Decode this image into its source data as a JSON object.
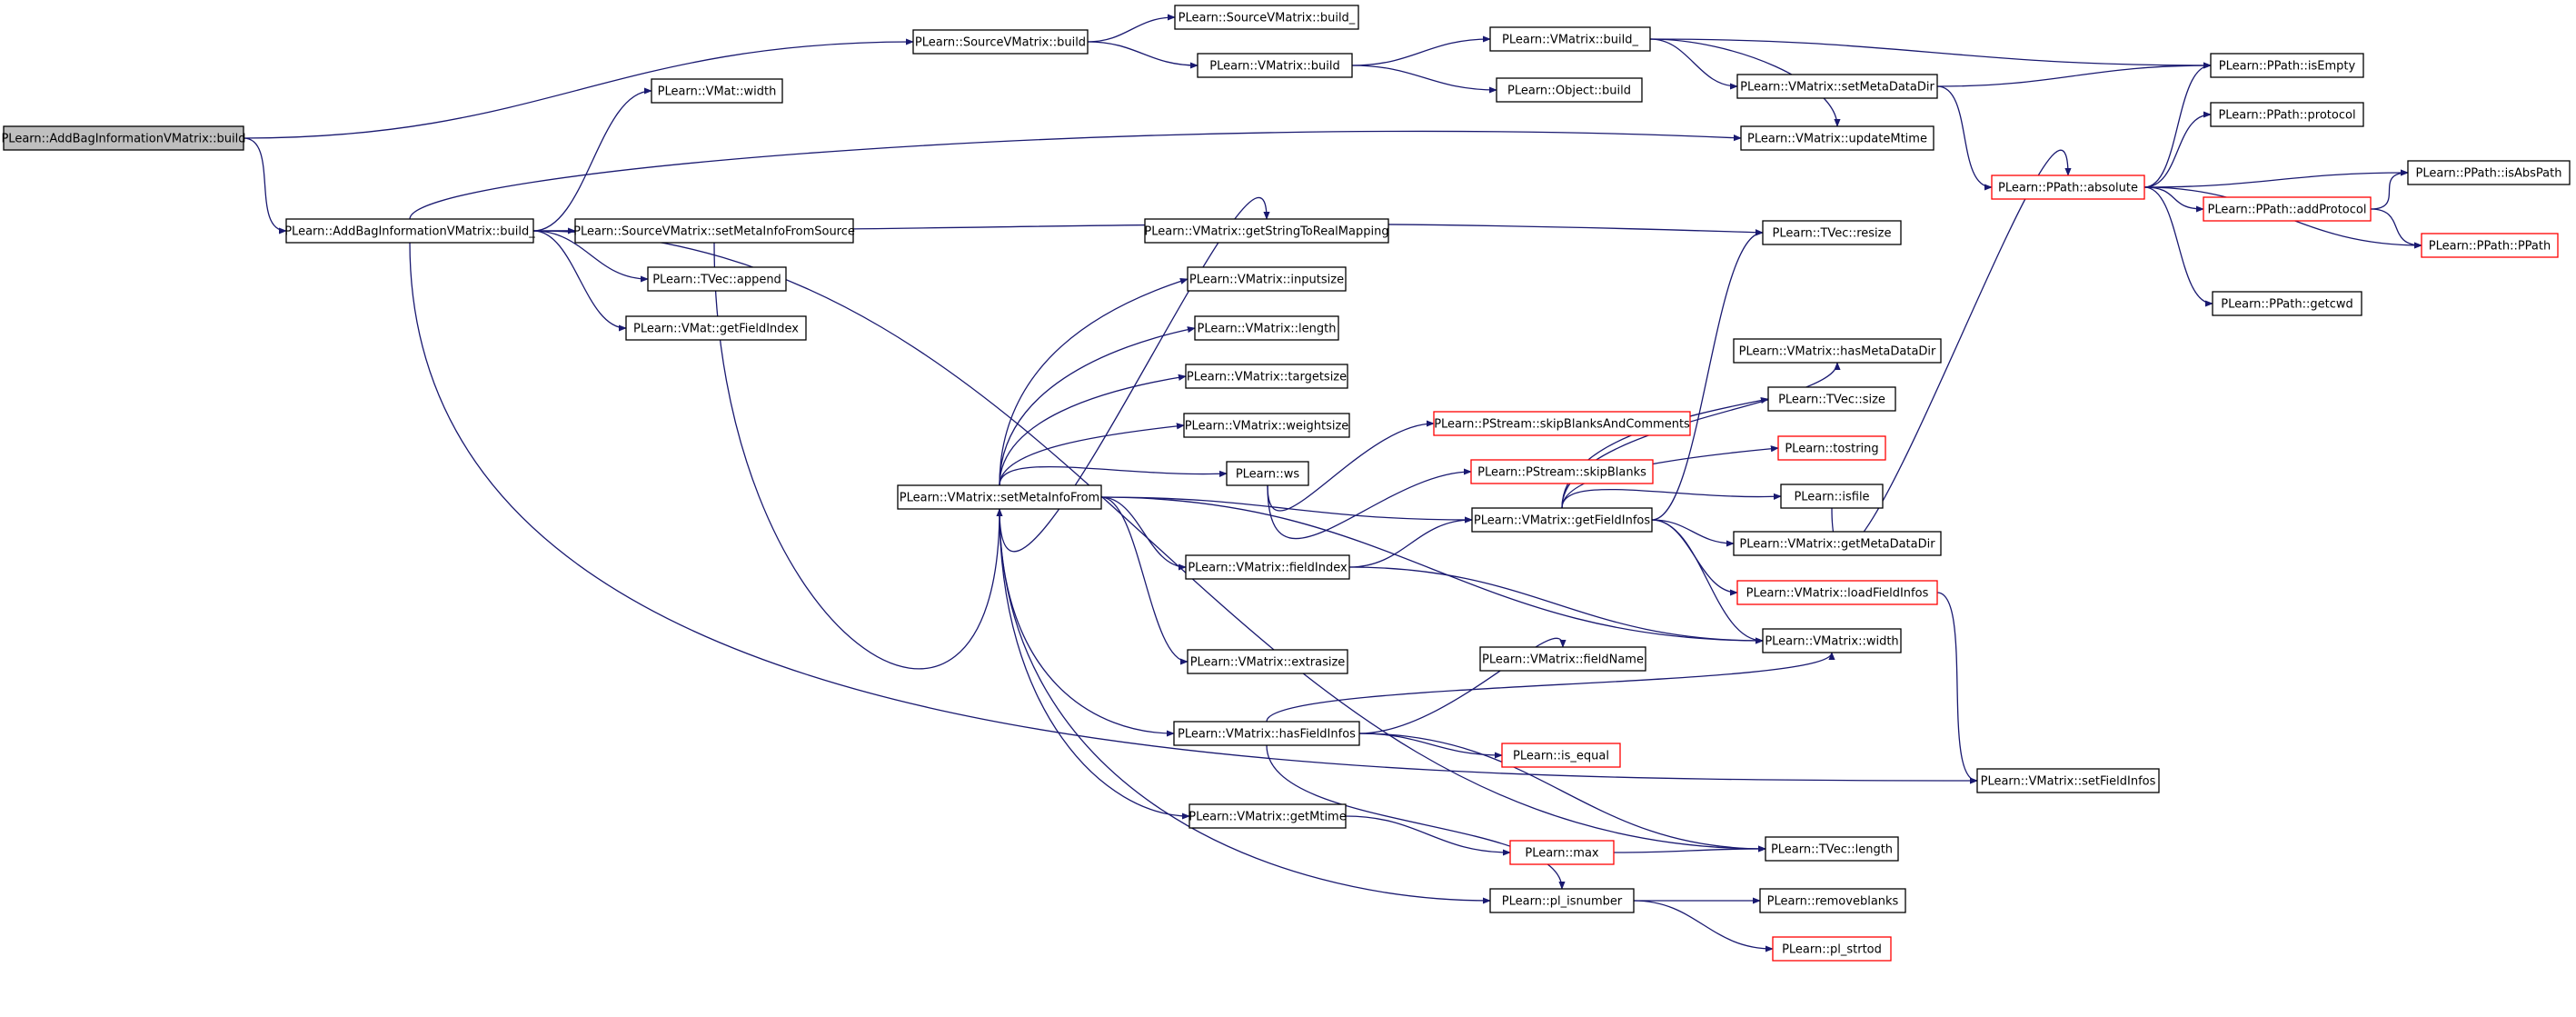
{
  "colors": {
    "edge": "#191970",
    "node_border": "#000000",
    "root_fill": "#bfbfbf",
    "truncated_border": "#ff0000",
    "node_fill": "#ffffff"
  },
  "nodes": [
    {
      "id": "n_root",
      "label": "PLearn::AddBagInformationVMatrix::build",
      "kind": "root"
    },
    {
      "id": "n_svm_build",
      "label": "PLearn::SourceVMatrix::build",
      "kind": "normal"
    },
    {
      "id": "n_svm_build_",
      "label": "PLearn::SourceVMatrix::build_",
      "kind": "normal"
    },
    {
      "id": "n_vm_build",
      "label": "PLearn::VMatrix::build",
      "kind": "normal"
    },
    {
      "id": "n_vm_build_",
      "label": "PLearn::VMatrix::build_",
      "kind": "normal"
    },
    {
      "id": "n_obj_build",
      "label": "PLearn::Object::build",
      "kind": "normal"
    },
    {
      "id": "n_setmetadatadir",
      "label": "PLearn::VMatrix::setMetaDataDir",
      "kind": "normal"
    },
    {
      "id": "n_updatemtime",
      "label": "PLearn::VMatrix::updateMtime",
      "kind": "normal"
    },
    {
      "id": "n_isempty",
      "label": "PLearn::PPath::isEmpty",
      "kind": "normal"
    },
    {
      "id": "n_protocol",
      "label": "PLearn::PPath::protocol",
      "kind": "normal"
    },
    {
      "id": "n_absolute",
      "label": "PLearn::PPath::absolute",
      "kind": "truncated"
    },
    {
      "id": "n_isabspath",
      "label": "PLearn::PPath::isAbsPath",
      "kind": "normal"
    },
    {
      "id": "n_addprotocol",
      "label": "PLearn::PPath::addProtocol",
      "kind": "truncated"
    },
    {
      "id": "n_ppath",
      "label": "PLearn::PPath::PPath",
      "kind": "truncated"
    },
    {
      "id": "n_getcwd",
      "label": "PLearn::PPath::getcwd",
      "kind": "normal"
    },
    {
      "id": "n_vmat_width",
      "label": "PLearn::VMat::width",
      "kind": "normal"
    },
    {
      "id": "n_abi_build_",
      "label": "PLearn::AddBagInformationVMatrix::build_",
      "kind": "normal"
    },
    {
      "id": "n_setmetainfofromsource",
      "label": "PLearn::SourceVMatrix::setMetaInfoFromSource",
      "kind": "normal"
    },
    {
      "id": "n_tvec_append",
      "label": "PLearn::TVec::append",
      "kind": "normal"
    },
    {
      "id": "n_vmat_getfieldindex",
      "label": "PLearn::VMat::getFieldIndex",
      "kind": "normal"
    },
    {
      "id": "n_tvec_resize",
      "label": "PLearn::TVec::resize",
      "kind": "normal"
    },
    {
      "id": "n_getstringtoreal",
      "label": "PLearn::VMatrix::getStringToRealMapping",
      "kind": "normal"
    },
    {
      "id": "n_inputsize",
      "label": "PLearn::VMatrix::inputsize",
      "kind": "normal"
    },
    {
      "id": "n_vm_length",
      "label": "PLearn::VMatrix::length",
      "kind": "normal"
    },
    {
      "id": "n_targetsize",
      "label": "PLearn::VMatrix::targetsize",
      "kind": "normal"
    },
    {
      "id": "n_weightsize",
      "label": "PLearn::VMatrix::weightsize",
      "kind": "normal"
    },
    {
      "id": "n_setmetainfofrom",
      "label": "PLearn::VMatrix::setMetaInfoFrom",
      "kind": "normal"
    },
    {
      "id": "n_ws",
      "label": "PLearn::ws",
      "kind": "normal"
    },
    {
      "id": "n_skipblanksandcomments",
      "label": "PLearn::PStream::skipBlanksAndComments",
      "kind": "truncated"
    },
    {
      "id": "n_skipblanks",
      "label": "PLearn::PStream::skipBlanks",
      "kind": "truncated"
    },
    {
      "id": "n_getfieldinfos",
      "label": "PLearn::VMatrix::getFieldInfos",
      "kind": "normal"
    },
    {
      "id": "n_hasmetadatadir",
      "label": "PLearn::VMatrix::hasMetaDataDir",
      "kind": "normal"
    },
    {
      "id": "n_tvec_size",
      "label": "PLearn::TVec::size",
      "kind": "normal"
    },
    {
      "id": "n_tostring",
      "label": "PLearn::tostring",
      "kind": "truncated"
    },
    {
      "id": "n_isfile",
      "label": "PLearn::isfile",
      "kind": "normal"
    },
    {
      "id": "n_getmetadatadir",
      "label": "PLearn::VMatrix::getMetaDataDir",
      "kind": "normal"
    },
    {
      "id": "n_fieldindex",
      "label": "PLearn::VMatrix::fieldIndex",
      "kind": "normal"
    },
    {
      "id": "n_loadfieldinfos",
      "label": "PLearn::VMatrix::loadFieldInfos",
      "kind": "truncated"
    },
    {
      "id": "n_vm_width",
      "label": "PLearn::VMatrix::width",
      "kind": "normal"
    },
    {
      "id": "n_extrasize",
      "label": "PLearn::VMatrix::extrasize",
      "kind": "normal"
    },
    {
      "id": "n_fieldname",
      "label": "PLearn::VMatrix::fieldName",
      "kind": "normal"
    },
    {
      "id": "n_hasfieldinfos",
      "label": "PLearn::VMatrix::hasFieldInfos",
      "kind": "normal"
    },
    {
      "id": "n_is_equal",
      "label": "PLearn::is_equal",
      "kind": "truncated"
    },
    {
      "id": "n_setfieldinfos",
      "label": "PLearn::VMatrix::setFieldInfos",
      "kind": "normal"
    },
    {
      "id": "n_getmtime",
      "label": "PLearn::VMatrix::getMtime",
      "kind": "normal"
    },
    {
      "id": "n_max",
      "label": "PLearn::max",
      "kind": "truncated"
    },
    {
      "id": "n_tvec_length",
      "label": "PLearn::TVec::length",
      "kind": "normal"
    },
    {
      "id": "n_pl_isnumber",
      "label": "PLearn::pl_isnumber",
      "kind": "normal"
    },
    {
      "id": "n_removeblanks",
      "label": "PLearn::removeblanks",
      "kind": "normal"
    },
    {
      "id": "n_pl_strtod",
      "label": "PLearn::pl_strtod",
      "kind": "truncated"
    }
  ],
  "edges": [
    [
      "n_root",
      "n_svm_build"
    ],
    [
      "n_root",
      "n_abi_build_"
    ],
    [
      "n_svm_build",
      "n_svm_build_"
    ],
    [
      "n_svm_build",
      "n_vm_build"
    ],
    [
      "n_vm_build",
      "n_vm_build_"
    ],
    [
      "n_vm_build",
      "n_obj_build"
    ],
    [
      "n_vm_build_",
      "n_isempty"
    ],
    [
      "n_vm_build_",
      "n_setmetadatadir"
    ],
    [
      "n_vm_build_",
      "n_updatemtime"
    ],
    [
      "n_setmetadatadir",
      "n_isempty"
    ],
    [
      "n_setmetadatadir",
      "n_absolute"
    ],
    [
      "n_absolute",
      "n_isempty"
    ],
    [
      "n_absolute",
      "n_protocol"
    ],
    [
      "n_absolute",
      "n_isabspath"
    ],
    [
      "n_absolute",
      "n_addprotocol"
    ],
    [
      "n_absolute",
      "n_ppath"
    ],
    [
      "n_absolute",
      "n_getcwd"
    ],
    [
      "n_addprotocol",
      "n_isabspath"
    ],
    [
      "n_addprotocol",
      "n_ppath"
    ],
    [
      "n_abi_build_",
      "n_vmat_width"
    ],
    [
      "n_abi_build_",
      "n_updatemtime"
    ],
    [
      "n_abi_build_",
      "n_tvec_resize"
    ],
    [
      "n_abi_build_",
      "n_setmetainfofromsource"
    ],
    [
      "n_abi_build_",
      "n_tvec_append"
    ],
    [
      "n_abi_build_",
      "n_vmat_getfieldindex"
    ],
    [
      "n_abi_build_",
      "n_tvec_length"
    ],
    [
      "n_abi_build_",
      "n_setfieldinfos"
    ],
    [
      "n_setmetainfofromsource",
      "n_setmetainfofrom"
    ],
    [
      "n_setmetainfofrom",
      "n_getstringtoreal"
    ],
    [
      "n_setmetainfofrom",
      "n_inputsize"
    ],
    [
      "n_setmetainfofrom",
      "n_vm_length"
    ],
    [
      "n_setmetainfofrom",
      "n_targetsize"
    ],
    [
      "n_setmetainfofrom",
      "n_weightsize"
    ],
    [
      "n_setmetainfofrom",
      "n_ws"
    ],
    [
      "n_setmetainfofrom",
      "n_getfieldinfos"
    ],
    [
      "n_setmetainfofrom",
      "n_fieldindex"
    ],
    [
      "n_setmetainfofrom",
      "n_vm_width"
    ],
    [
      "n_setmetainfofrom",
      "n_extrasize"
    ],
    [
      "n_setmetainfofrom",
      "n_hasfieldinfos"
    ],
    [
      "n_setmetainfofrom",
      "n_getmtime"
    ],
    [
      "n_setmetainfofrom",
      "n_pl_isnumber"
    ],
    [
      "n_ws",
      "n_skipblanksandcomments"
    ],
    [
      "n_ws",
      "n_skipblanks"
    ],
    [
      "n_fieldindex",
      "n_getfieldinfos"
    ],
    [
      "n_fieldindex",
      "n_vm_width"
    ],
    [
      "n_getfieldinfos",
      "n_tvec_resize"
    ],
    [
      "n_getfieldinfos",
      "n_hasmetadatadir"
    ],
    [
      "n_getfieldinfos",
      "n_tvec_size"
    ],
    [
      "n_getfieldinfos",
      "n_tostring"
    ],
    [
      "n_getfieldinfos",
      "n_isfile"
    ],
    [
      "n_getfieldinfos",
      "n_getmetadatadir"
    ],
    [
      "n_getfieldinfos",
      "n_loadfieldinfos"
    ],
    [
      "n_getfieldinfos",
      "n_vm_width"
    ],
    [
      "n_isfile",
      "n_absolute"
    ],
    [
      "n_loadfieldinfos",
      "n_setfieldinfos"
    ],
    [
      "n_hasfieldinfos",
      "n_fieldname"
    ],
    [
      "n_hasfieldinfos",
      "n_vm_width"
    ],
    [
      "n_hasfieldinfos",
      "n_is_equal"
    ],
    [
      "n_hasfieldinfos",
      "n_tvec_length"
    ],
    [
      "n_hasfieldinfos",
      "n_pl_isnumber"
    ],
    [
      "n_getmtime",
      "n_max"
    ],
    [
      "n_max",
      "n_tvec_length"
    ],
    [
      "n_pl_isnumber",
      "n_removeblanks"
    ],
    [
      "n_pl_isnumber",
      "n_pl_strtod"
    ]
  ]
}
